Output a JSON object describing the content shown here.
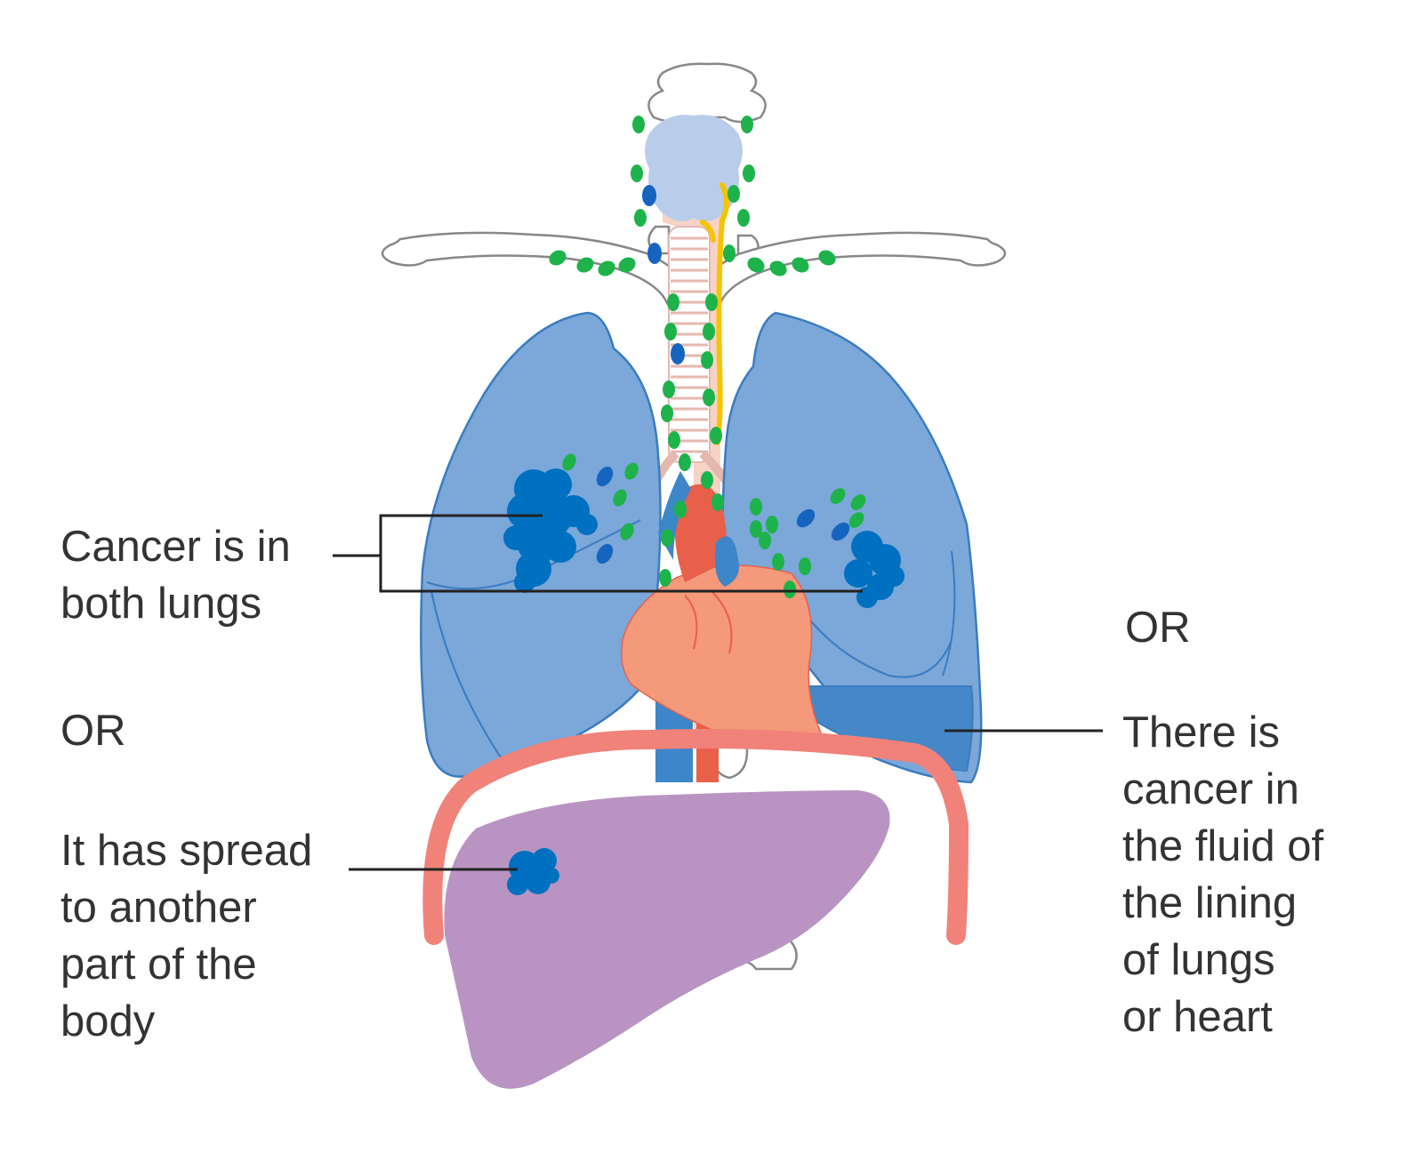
{
  "labels": {
    "both_lungs": [
      "Cancer is in",
      "both lungs"
    ],
    "or_left": "OR",
    "spread": [
      "It has spread",
      "to another",
      "part of the",
      "body"
    ],
    "or_right": "OR",
    "fluid": [
      "There is",
      "cancer in",
      "the fluid of",
      "the lining",
      "of lungs",
      "or heart"
    ]
  },
  "colors": {
    "lung_fill": "#7ba7d9",
    "lung_stroke": "#3a7cc0",
    "effusion": "#4688c7",
    "tumour": "#0070c0",
    "lymph_node_green": "#1db34a",
    "lymph_node_blue": "#1565c0",
    "heart": "#f4997a",
    "aorta": "#e8604a",
    "vena_cava": "#3d86c8",
    "liver": "#b994c3",
    "diaphragm": "#f0827a",
    "nerve": "#f5c400",
    "bone_stroke": "#888888",
    "text": "#333333"
  }
}
